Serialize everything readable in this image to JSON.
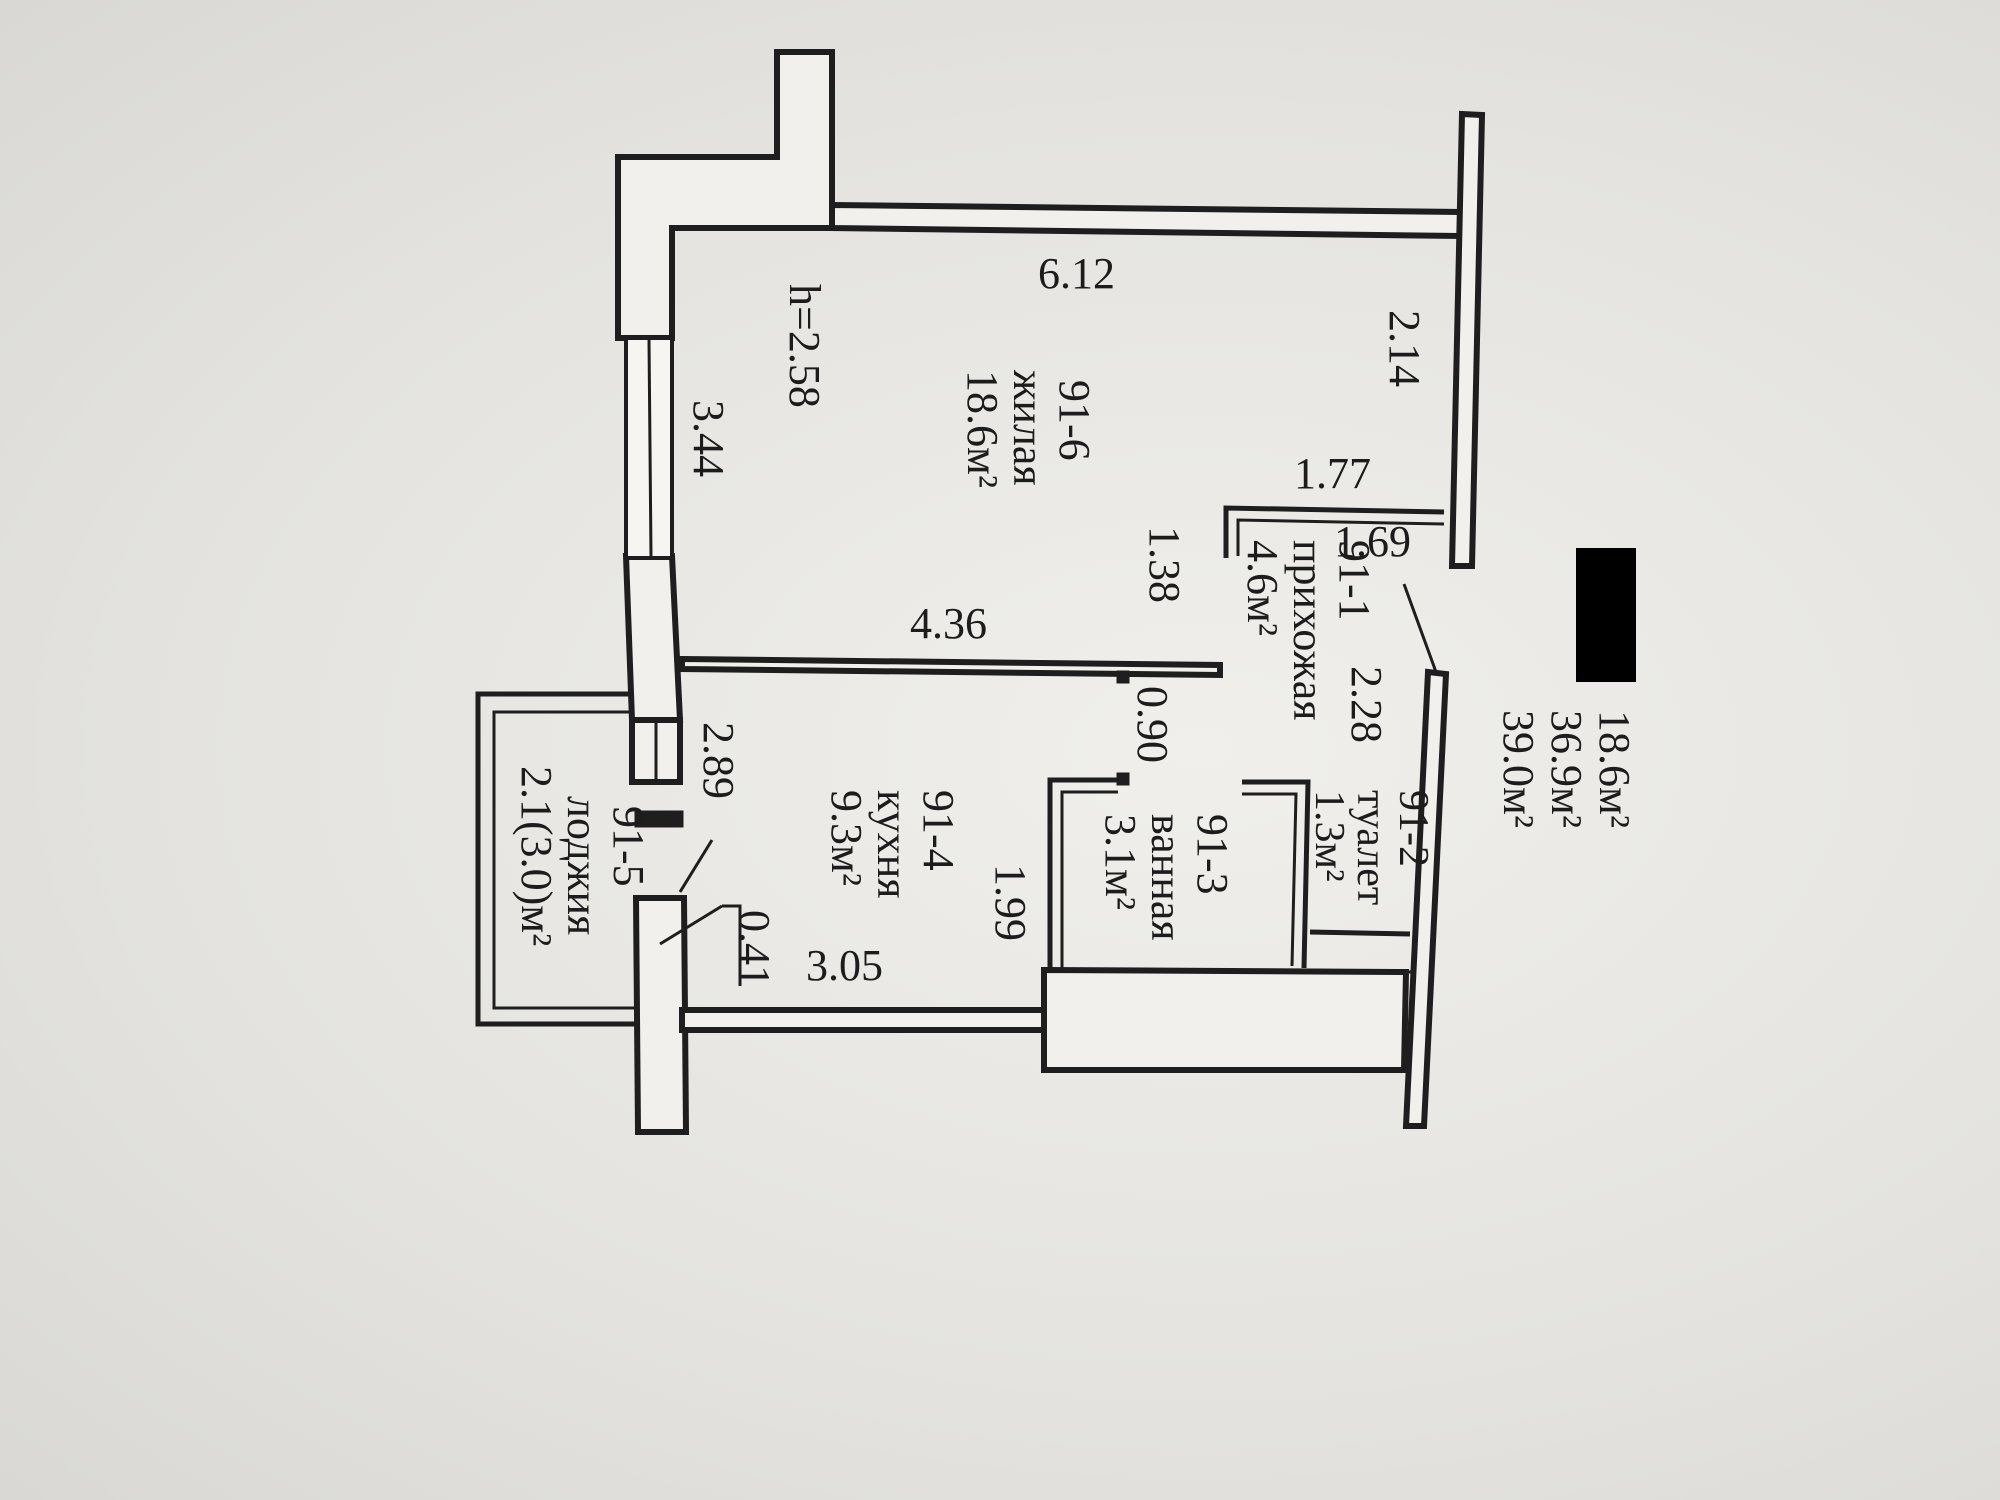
{
  "totals": {
    "living": "18.6м²",
    "total": "36.9м²",
    "total_with_loggia": "39.0м²"
  },
  "rooms": {
    "living": {
      "id": "91-6",
      "name": "жилая",
      "area": "18.6м²",
      "height": "h=2.58"
    },
    "hallway": {
      "id": "91-1",
      "name": "прихожая",
      "area": "4.6м²"
    },
    "toilet": {
      "id": "91-2",
      "name": "туалет",
      "area": "1.3м²"
    },
    "bathroom": {
      "id": "91-3",
      "name": "ванная",
      "area": "3.1м²"
    },
    "kitchen": {
      "id": "91-4",
      "name": "кухня",
      "area": "9.3м²"
    },
    "loggia": {
      "id": "91-5",
      "name": "лоджия",
      "area": "2.1(3.0)м²"
    }
  },
  "dimensions": {
    "d612": "6.12",
    "d214": "2.14",
    "d177": "1.77",
    "d169": "1.69",
    "d138": "1.38",
    "d436": "4.36",
    "d344": "3.44",
    "d228": "2.28",
    "d090": "0.90",
    "d289": "2.89",
    "d199": "1.99",
    "d041": "0.41",
    "d305": "3.05"
  }
}
